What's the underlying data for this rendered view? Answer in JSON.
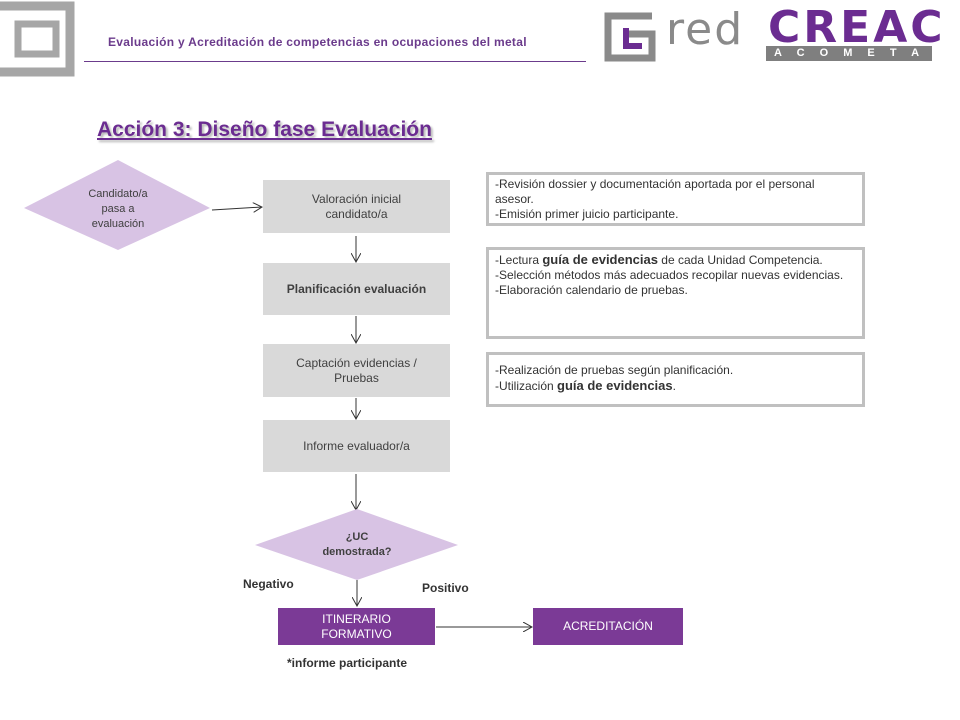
{
  "header": {
    "subtitle": "Evaluación y Acreditación de competencias en ocupaciones del metal",
    "logo_red": "red",
    "logo_creac": "CREAC",
    "logo_acometal": "A C O M E T A L"
  },
  "title": "Acción 3: Diseño fase Evaluación",
  "flow": {
    "start_diamond": "Candidato/a pasa a evaluación",
    "step1": "Valoración inicial candidato/a",
    "step2": "Planificación evaluación",
    "step3": "Captación evidencias / Pruebas",
    "step4": "Informe evaluador/a",
    "decision": "¿UC demostrada?",
    "negative_label": "Negativo",
    "positive_label": "Positivo",
    "itinerario": "ITINERARIO FORMATIVO",
    "acreditacion": "ACREDITACIÓN",
    "footnote": "*informe participante"
  },
  "notes": {
    "note1": {
      "line1": "-Revisión dossier y documentación aportada por el personal asesor.",
      "line2": "-Emisión primer juicio participante."
    },
    "note2": {
      "line1_pre": "-Lectura ",
      "line1_bold": "guía de evidencias",
      "line1_post": " de cada Unidad Competencia.",
      "line2": "-Selección métodos más adecuados recopilar nuevas evidencias.",
      "line3": "-Elaboración calendario de pruebas."
    },
    "note3": {
      "line1": "-Realización de pruebas según planificación.",
      "line2_pre": "-Utilización ",
      "line2_bold": "guía de evidencias",
      "line2_post": "."
    }
  },
  "colors": {
    "purple": "#7b3a96",
    "light_purple": "#d8c3e4",
    "gray_box": "#d9d9d9",
    "note_border": "#c0c0c0"
  }
}
